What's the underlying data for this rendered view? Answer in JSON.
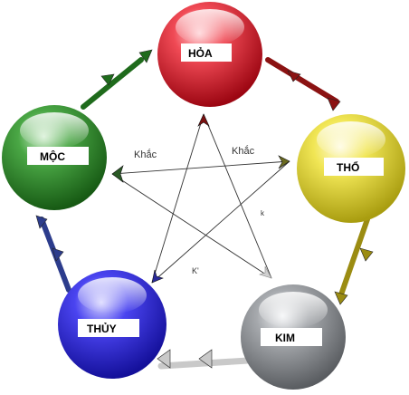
{
  "nodes": {
    "hoa": {
      "label": "HỎA",
      "color": "#e8192b"
    },
    "tho": {
      "label": "THỔ",
      "color": "#e8dc2a"
    },
    "kim": {
      "label": "KIM",
      "color": "#8c8f93"
    },
    "thuy": {
      "label": "THỦY",
      "color": "#2a23d8"
    },
    "moc": {
      "label": "MỘC",
      "color": "#2e8a2a"
    }
  },
  "generating_arrows": {
    "moc_to_hoa": {
      "color": "#1f6b1c"
    },
    "hoa_to_tho": {
      "color": "#8b1212"
    },
    "tho_to_kim": {
      "color": "#9b8c12"
    },
    "kim_to_thuy": {
      "color": "#c9c9c9"
    },
    "thuy_to_moc": {
      "color": "#2c3c8c"
    }
  },
  "controlling_lines": {
    "tho_to_moc": {
      "label": "Khắc"
    },
    "moc_to_kim": {
      "label": "Khắc"
    },
    "kim_to_hoa": {
      "label": "k"
    },
    "thuy_to_hoa": {
      "label": "K'"
    }
  }
}
